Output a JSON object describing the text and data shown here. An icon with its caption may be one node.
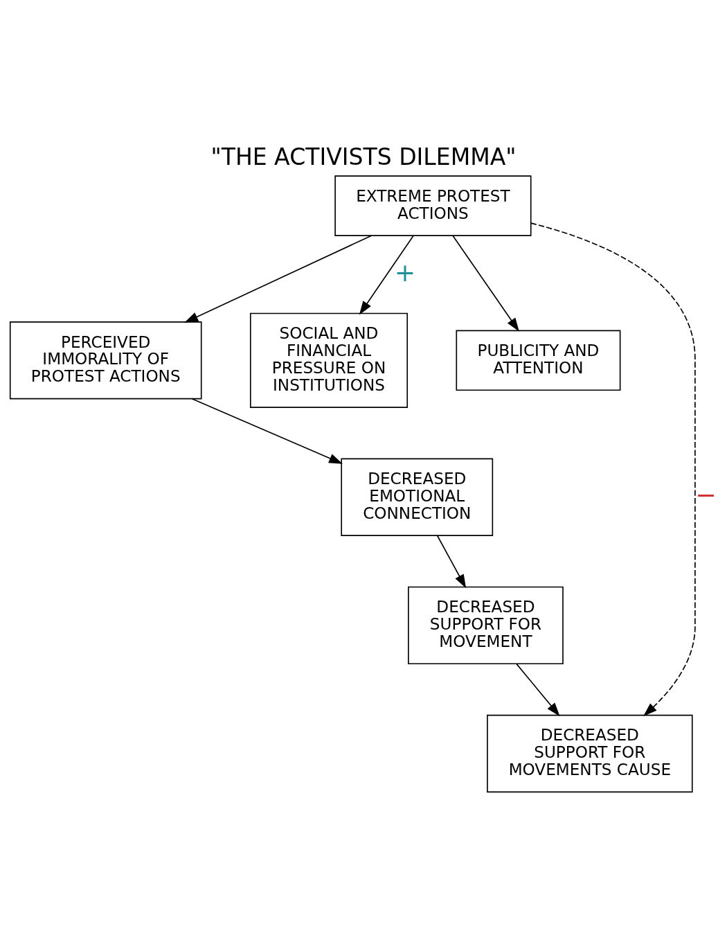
{
  "diagram": {
    "title": "\"THE ACTIVISTS DILEMMA\"",
    "nodes": [
      {
        "text": [
          "EXTREME PROTEST ACTIONS"
        ]
      },
      {
        "text": [
          "PERCEIVED IMMORALITY OF PROTEST ACTIONS"
        ]
      },
      {
        "text": [
          "SOCIAL AND FINANCIAL PRESSURE ON INSTITUTIONS"
        ]
      },
      {
        "text": [
          "PUBLICITY AND ATTENTION"
        ]
      },
      {
        "text": [
          "DECREASED EMOTIONAL CONNECTION"
        ]
      },
      {
        "text": [
          "DECREASED SUPPORT FOR MOVEMENT"
        ]
      },
      {
        "text": [
          "DECREASED SUPPORT FOR MOVEMENTS CAUSE"
        ]
      }
    ],
    "edges": [
      {
        "from": 0,
        "to": 1,
        "arrow": "to"
      },
      {
        "from": 0,
        "to": 6,
        "arrow": "to",
        "style": "dashed",
        "label": "−"
      },
      {
        "from": 0,
        "to": 2,
        "arrow": "to",
        "label": "+"
      },
      {
        "from": 0,
        "to": 3,
        "arrow": "to"
      },
      {
        "from": 1,
        "to": 4,
        "arrow": "to"
      },
      {
        "from": 4,
        "to": 5,
        "arrow": "to"
      },
      {
        "from": 5,
        "to": 6,
        "arrow": "to"
      }
    ]
  }
}
